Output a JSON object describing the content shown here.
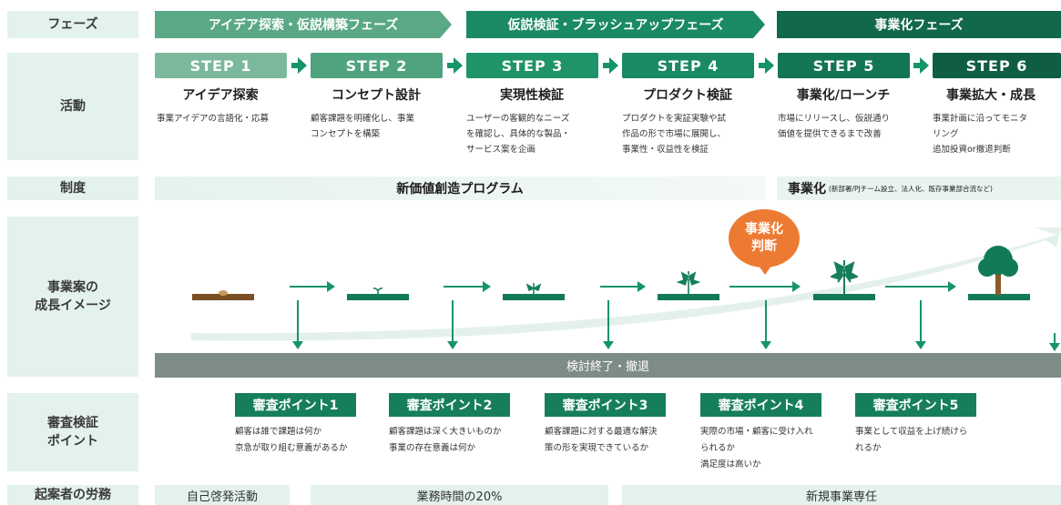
{
  "row_labels": {
    "phase": "フェーズ",
    "activity": "活動",
    "system": "制度",
    "growth": "事業案の\n成長イメージ",
    "review": "審査検証\nポイント",
    "labor": "起案者の労務"
  },
  "phases": [
    {
      "label": "アイデア探索・仮説構築フェーズ",
      "color": "#5aa885"
    },
    {
      "label": "仮説検証・ブラッシュアップフェーズ",
      "color": "#1a8a62"
    },
    {
      "label": "事業化フェーズ",
      "color": "#12684a"
    }
  ],
  "steps": [
    {
      "label": "STEP 1",
      "title": "アイデア探索",
      "desc": "事業アイデアの言語化・応募",
      "color": "#7cb99c"
    },
    {
      "label": "STEP 2",
      "title": "コンセプト設計",
      "desc": "顧客課題を明確化し、事業\nコンセプトを構築",
      "color": "#4fa47f"
    },
    {
      "label": "STEP 3",
      "title": "実現性検証",
      "desc": "ユーザーの客観的なニーズ\nを確認し、具体的な製品・\nサービス案を企画",
      "color": "#1f9468"
    },
    {
      "label": "STEP 4",
      "title": "プロダクト検証",
      "desc": "プロダクトを実証実験や試\n作品の形で市場に展開し、\n事業性・収益性を検証",
      "color": "#1a8a62"
    },
    {
      "label": "STEP 5",
      "title": "事業化/ローンチ",
      "desc": "市場にリリースし、仮説通り\n価値を提供できるまで改善",
      "color": "#127553"
    },
    {
      "label": "STEP 6",
      "title": "事業拡大・成長",
      "desc": "事業計画に沿ってモニタ\nリング\n追加投資or撤退判断",
      "color": "#0f5e43"
    }
  ],
  "system": {
    "program": "新価値創造プログラム",
    "commercialization": "事業化",
    "commercialization_note": "(新部署/PJチーム設立、法人化、既存事業部合流など)"
  },
  "decision_badge": "事業化\n判断",
  "exit_bar": "検討終了・撤退",
  "reviews": [
    {
      "label": "審査ポイント1",
      "desc": "顧客は誰で課題は何か\n京急が取り組む意義があるか"
    },
    {
      "label": "審査ポイント2",
      "desc": "顧客課題は深く大きいものか\n事業の存在意義は何か"
    },
    {
      "label": "審査ポイント3",
      "desc": "顧客課題に対する最適な解決\n策の形を実現できているか"
    },
    {
      "label": "審査ポイント4",
      "desc": "実際の市場・顧客に受け入れ\nられるか\n満足度は高いか"
    },
    {
      "label": "審査ポイント5",
      "desc": "事業として収益を上げ続けら\nれるか"
    }
  ],
  "labor": [
    {
      "label": "自己啓発活動"
    },
    {
      "label": "業務時間の20%"
    },
    {
      "label": "新規事業専任"
    }
  ]
}
